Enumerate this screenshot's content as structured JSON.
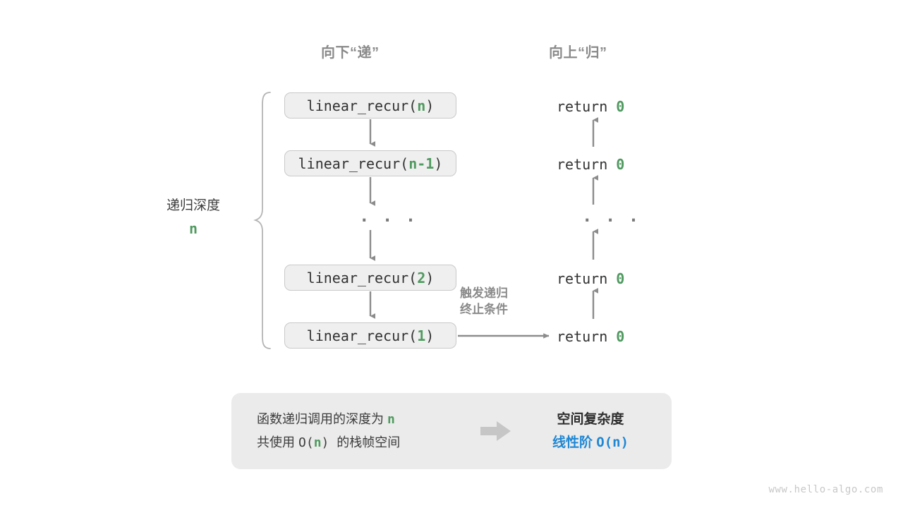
{
  "headers": {
    "down": "向下“递”",
    "up": "向上“归”"
  },
  "depth": {
    "label": "递归深度",
    "value": "n"
  },
  "frames": [
    {
      "name": "linear_recur(",
      "arg": "n",
      "close": ")"
    },
    {
      "name": "linear_recur(",
      "arg": "n-1",
      "close": ")"
    },
    {
      "name": "linear_recur(",
      "arg": "2",
      "close": ")"
    },
    {
      "name": "linear_recur(",
      "arg": "1",
      "close": ")"
    }
  ],
  "ellipsis": "· · ·",
  "returns": [
    {
      "keyword": "return ",
      "value": "0"
    },
    {
      "keyword": "return ",
      "value": "0"
    },
    {
      "keyword": "return ",
      "value": "0"
    },
    {
      "keyword": "return ",
      "value": "0"
    }
  ],
  "base_case": {
    "line1": "触发递归",
    "line2": "终止条件"
  },
  "summary": {
    "line1_pre": "函数递归调用的深度为 ",
    "line1_var": "n",
    "line2_pre": "共使用 ",
    "line2_mono": "O(",
    "line2_var": "n",
    "line2_post": ") ",
    "line2_tail": "的栈帧空间",
    "arrow_icon": "right-arrow-icon",
    "title": "空间复杂度",
    "value_label": "线性阶 ",
    "value_expr": "O(n)"
  },
  "watermark": "www.hello-algo.com",
  "colors": {
    "accent_green": "#4f9a5f",
    "accent_blue": "#1f87d4",
    "frame_fill": "#efefef",
    "frame_border": "#c9c9c9",
    "arrow_gray": "#8c8c8c",
    "label_gray": "#8a8a8a",
    "summary_fill": "#ebebeb"
  }
}
